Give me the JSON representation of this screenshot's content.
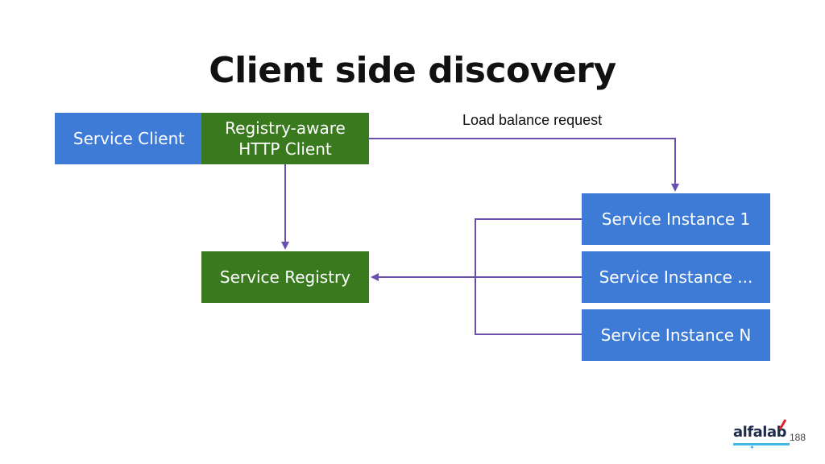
{
  "title": "Client side discovery",
  "colors": {
    "blue": "#3d7bd6",
    "green": "#3a7a1f",
    "arrow": "#6a4fae"
  },
  "nodes": {
    "service_client": "Service Client",
    "registry_aware_client": {
      "line1": "Registry-aware",
      "line2": "HTTP Client"
    },
    "service_registry": "Service Registry",
    "instance_1": "Service Instance 1",
    "instance_mid": "Service Instance ...",
    "instance_n": "Service Instance N"
  },
  "edges": {
    "load_balance_label": "Load balance request"
  },
  "footer": {
    "logo_text": "alfalab",
    "page_number": "188"
  }
}
